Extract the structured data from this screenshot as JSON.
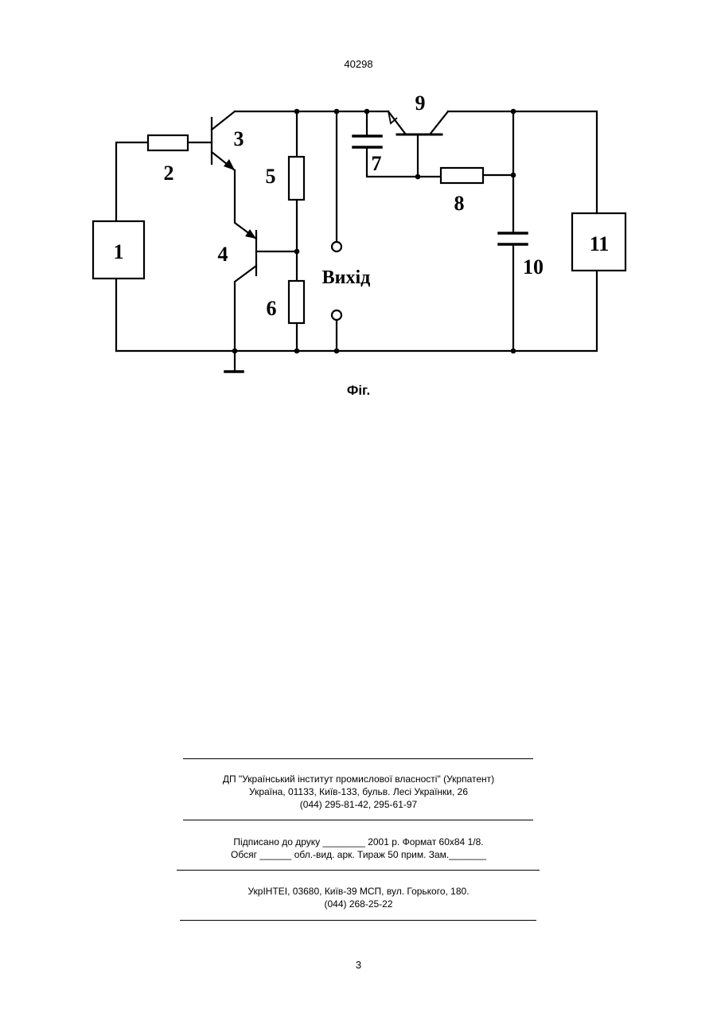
{
  "header": {
    "doc_number": "40298"
  },
  "diagram": {
    "labels": {
      "l1": "1",
      "l2": "2",
      "l3": "3",
      "l4": "4",
      "l5": "5",
      "l6": "6",
      "l7": "7",
      "l8": "8",
      "l9": "9",
      "l10": "10",
      "l11": "11",
      "output": "Вихід"
    },
    "caption": "Фіг."
  },
  "imprint": {
    "org": {
      "line1": "ДП \"Український інститут промислової власності\" (Укрпатент)",
      "line2": "Україна, 01133, Київ-133, бульв. Лесі Українки, 26",
      "line3": "(044) 295-81-42, 295-61-97"
    },
    "print": {
      "line1": "Підписано до друку ________ 2001 р.    Формат 60х84 1/8.",
      "line2": "Обсяг ______ обл.-вид. арк.   Тираж 50 прим.    Зам._______"
    },
    "printer": {
      "line1": "УкрІНТЕІ, 03680, Київ-39 МСП, вул. Горького, 180.",
      "line2": "(044) 268-25-22"
    }
  },
  "footer": {
    "page_number": "3"
  }
}
